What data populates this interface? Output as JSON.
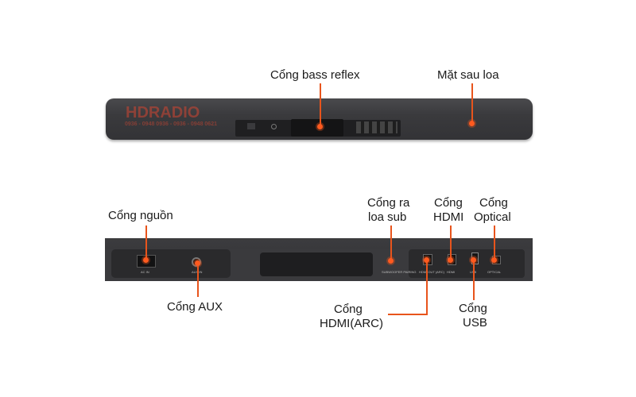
{
  "watermark": {
    "brand": "HDRADIO",
    "sub": "0936 - 0948 0936 - 0936 - 0948 0621"
  },
  "labels": {
    "bass_reflex": "Cổng bass reflex",
    "rear": "Mặt sau loa",
    "power": "Cổng nguồn",
    "aux": "Cổng AUX",
    "sub_line1": "Cổng ra",
    "sub_line2": "loa sub",
    "hdmi_line1": "Cổng",
    "hdmi_line2": "HDMI",
    "optical_line1": "Cổng",
    "optical_line2": "Optical",
    "arc_line1": "Cổng",
    "arc_line2": "HDMI(ARC)",
    "usb_line1": "Cổng",
    "usb_line2": "USB"
  },
  "panel_text": {
    "ac_in": "AC IN",
    "aux_in": "AUX IN",
    "subwoofer": "SUBWOOFER PAIRING",
    "hdmi_arc": "HDMI OUT (ARC)",
    "hdmi": "HDMI",
    "usb": "USB",
    "optical": "OPTICAL"
  },
  "colors": {
    "accent": "#e8541c",
    "bar": "#3a3a3d",
    "background": "#ffffff"
  }
}
